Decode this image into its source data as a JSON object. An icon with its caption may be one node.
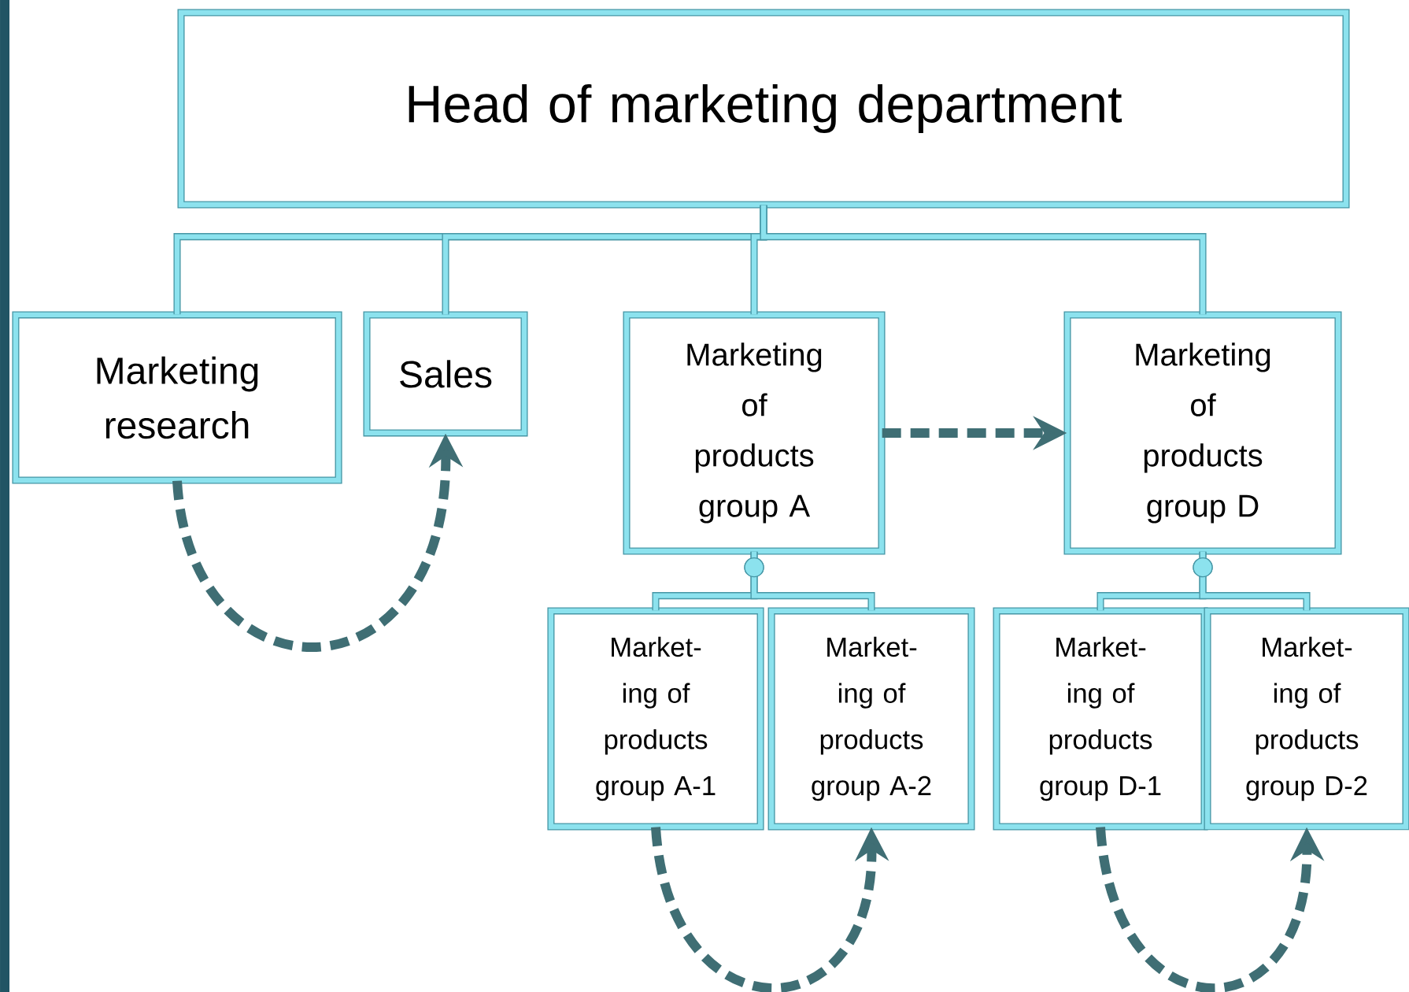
{
  "diagram": {
    "nodes": [
      {
        "text": [
          "Head of marketing department"
        ]
      },
      {
        "text": [
          "Marketing research"
        ]
      },
      {
        "text": [
          "Sales"
        ]
      },
      {
        "text": [
          "Marketing of products group A"
        ]
      },
      {
        "text": [
          "Marketing of products group D"
        ]
      },
      {
        "text": [
          "Market- ing of products group A-1"
        ]
      },
      {
        "text": [
          "Market- ing of products group A-2"
        ]
      },
      {
        "text": [
          "Market- ing of products group D-1"
        ]
      },
      {
        "text": [
          "Market- ing of products group D-2"
        ]
      }
    ],
    "edges": [
      {
        "from": 0,
        "to": 1,
        "arrow": "none"
      },
      {
        "from": 0,
        "to": 2,
        "arrow": "none"
      },
      {
        "from": 0,
        "to": 3,
        "arrow": "none"
      },
      {
        "from": 0,
        "to": 4,
        "arrow": "none"
      },
      {
        "from": 3,
        "to": 5,
        "arrow": "other"
      },
      {
        "from": 3,
        "to": 6,
        "arrow": "other"
      },
      {
        "from": 4,
        "to": 7,
        "arrow": "other"
      },
      {
        "from": 4,
        "to": 8,
        "arrow": "other"
      },
      {
        "from": 1,
        "to": 2,
        "arrow": "to",
        "style": "dashed",
        "color": "#3f6e74"
      },
      {
        "from": 3,
        "to": 4,
        "arrow": "to",
        "style": "dashed",
        "color": "#3f6e74"
      },
      {
        "from": 5,
        "to": 6,
        "arrow": "to",
        "style": "dashed",
        "color": "#3f6e74"
      },
      {
        "from": 7,
        "to": 8,
        "arrow": "to",
        "style": "dashed",
        "color": "#3f6e74"
      }
    ]
  }
}
